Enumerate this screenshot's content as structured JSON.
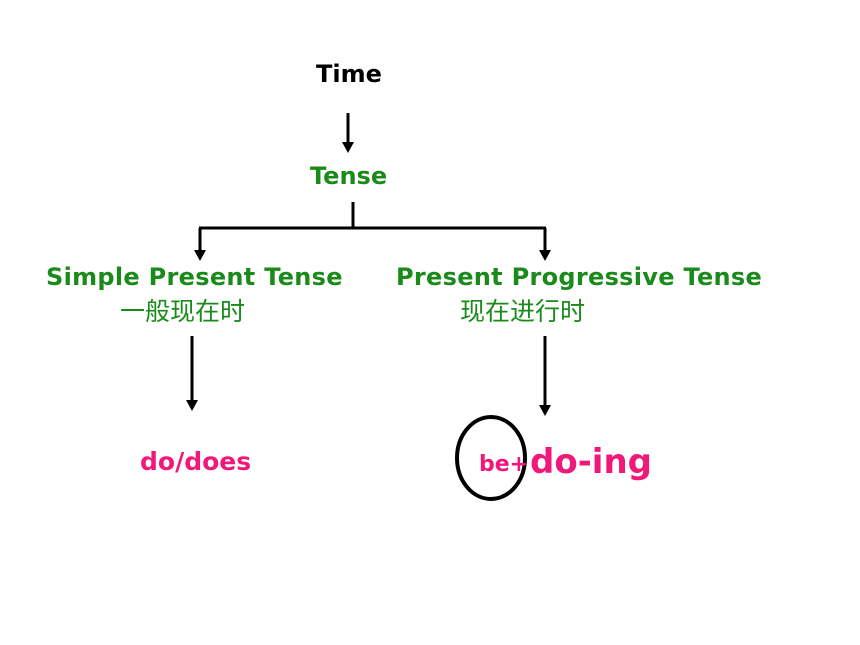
{
  "diagram": {
    "root": "Time",
    "level2": "Tense",
    "branches": [
      {
        "title_en": "Simple Present Tense",
        "title_zh": "一般现在时",
        "form": "do/does"
      },
      {
        "title_en": "Present Progressive Tense",
        "title_zh": "现在进行时",
        "form_prefix": "be+",
        "form_main": "do-ing"
      }
    ]
  },
  "colors": {
    "label_green": "#1a8a1a",
    "form_pink": "#f0197a",
    "lines": "#000000"
  }
}
